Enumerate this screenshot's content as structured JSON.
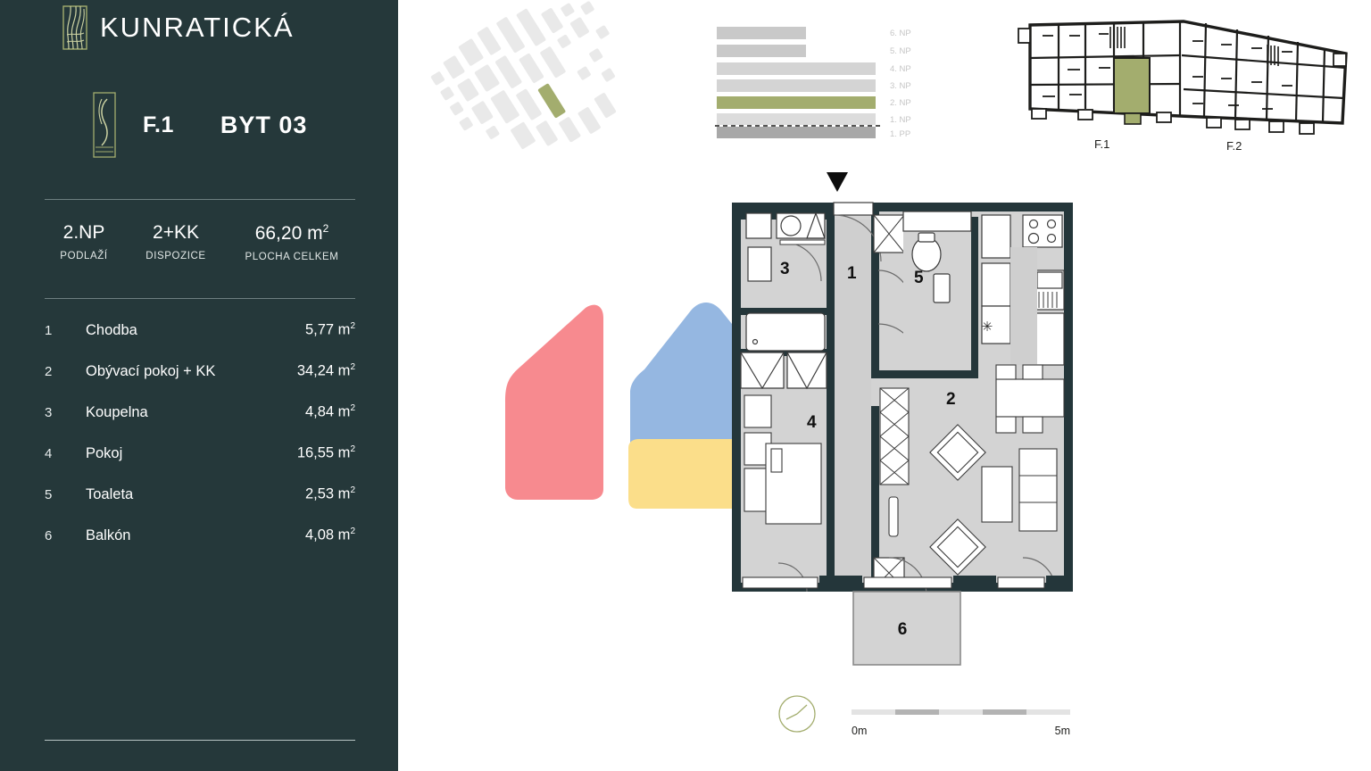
{
  "brand": {
    "name": "KUNRATICKÁ",
    "logo_icon": "wood-grain-mark-icon"
  },
  "unit": {
    "badge_icon": "unit-mark-icon",
    "building": "F.1",
    "code": "BYT 03"
  },
  "stats": [
    {
      "value": "2.NP",
      "label": "PODLAŽÍ"
    },
    {
      "value": "2+KK",
      "label": "DISPOZICE"
    },
    {
      "value": "66,20 m",
      "unit_sup": "2",
      "label": "PLOCHA CELKEM"
    }
  ],
  "rooms": [
    {
      "num": "1",
      "name": "Chodba",
      "area": "5,77 m",
      "unit_sup": "2"
    },
    {
      "num": "2",
      "name": "Obývací pokoj + KK",
      "area": "34,24 m",
      "unit_sup": "2"
    },
    {
      "num": "3",
      "name": "Koupelna",
      "area": "4,84 m",
      "unit_sup": "2"
    },
    {
      "num": "4",
      "name": "Pokoj",
      "area": "16,55 m",
      "unit_sup": "2"
    },
    {
      "num": "5",
      "name": "Toaleta",
      "area": "2,53 m",
      "unit_sup": "2"
    },
    {
      "num": "6",
      "name": "Balkón",
      "area": "4,08 m",
      "unit_sup": "2"
    }
  ],
  "floor_diagram": {
    "levels": [
      {
        "label": "6. NP",
        "highlight": false,
        "width": 100
      },
      {
        "label": "5. NP",
        "highlight": false,
        "width": 100
      },
      {
        "label": "4. NP",
        "highlight": false,
        "width": 178
      },
      {
        "label": "3. NP",
        "highlight": false,
        "width": 178
      },
      {
        "label": "2. NP",
        "highlight": true,
        "width": 178
      },
      {
        "label": "1. NP",
        "highlight": false,
        "width": 178
      },
      {
        "label": "1. PP",
        "highlight": false,
        "width": 178
      }
    ],
    "ground_line": true
  },
  "keyplan": {
    "buildings": [
      {
        "label": "F.1"
      },
      {
        "label": "F.2"
      }
    ]
  },
  "plan": {
    "north_marker_icon": "north-arrow-icon",
    "room_numbers": [
      "1",
      "2",
      "3",
      "4",
      "5",
      "6"
    ]
  },
  "scale": {
    "start_label": "0m",
    "end_label": "5m",
    "compass_icon": "compass-icon"
  },
  "colors": {
    "sidebar_bg": "#25383a",
    "accent_olive": "#a3ad6e",
    "blob_red": "#f78a8f",
    "blob_blue": "#8fb3df",
    "blob_yellow": "#fbde8a",
    "blob_green": "#3fc08a",
    "wall_dark": "#24363a",
    "room_fill": "#d3d3d3"
  }
}
